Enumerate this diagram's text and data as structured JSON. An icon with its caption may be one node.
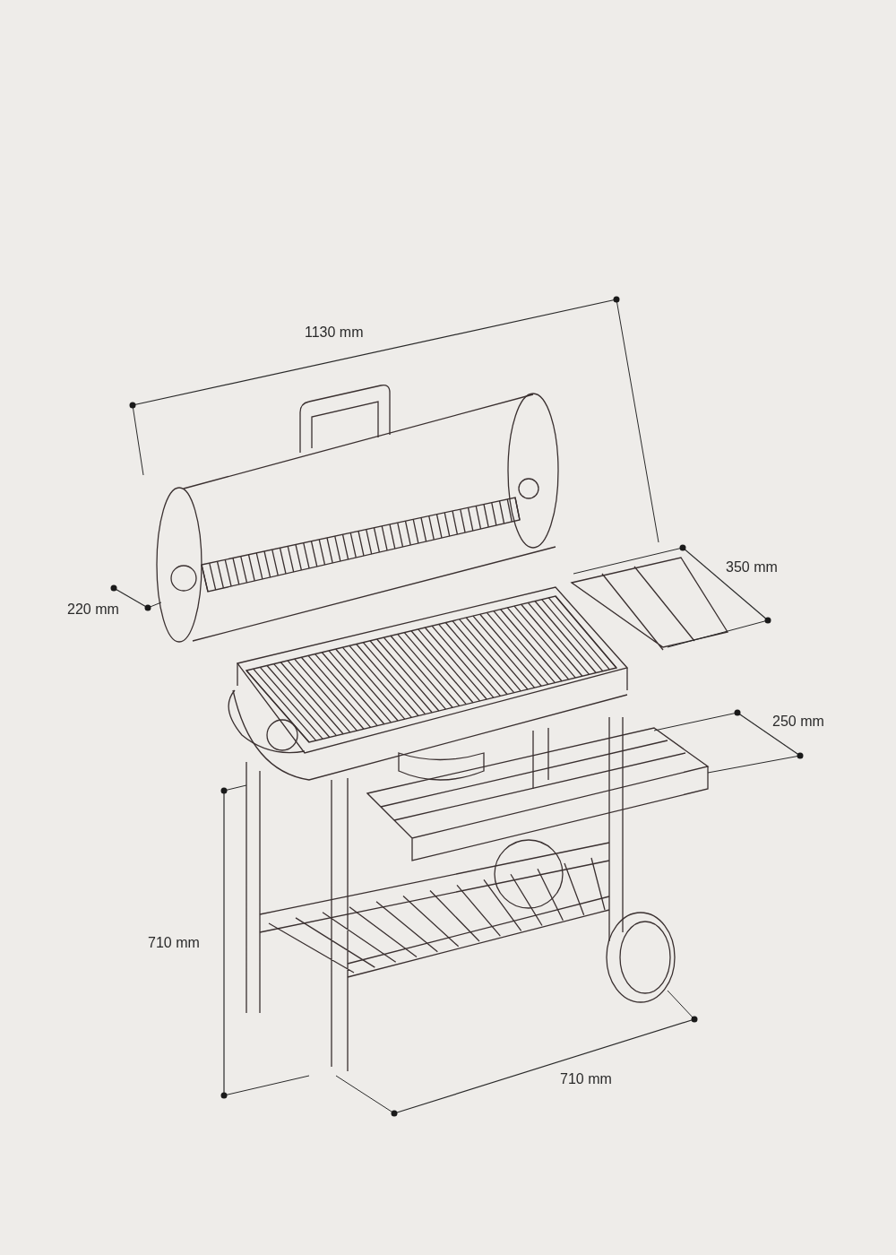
{
  "diagram": {
    "labels": [
      "1130 mm",
      "350 mm",
      "220 mm",
      "250 mm",
      "710 mm",
      "710 mm"
    ]
  }
}
